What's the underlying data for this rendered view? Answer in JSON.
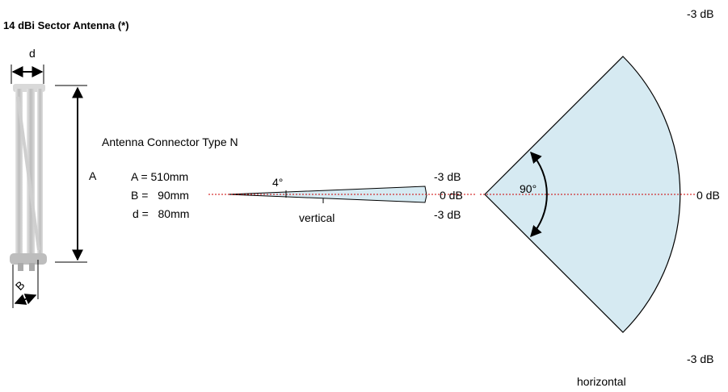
{
  "title": "14 dBi Sector Antenna (*)",
  "dimension_labels": {
    "d": "d",
    "A": "A",
    "B": "B"
  },
  "connector_text": "Antenna Connector Type N",
  "specs": {
    "a_line": "A = 510mm",
    "b_line": "B =   90mm",
    "d_line": "d =   80mm"
  },
  "vertical": {
    "angle": "4°",
    "label": "vertical",
    "top_db": "-3 dB",
    "mid_db": "0 dB",
    "bottom_db": "-3 dB"
  },
  "horizontal": {
    "angle": "90°",
    "label": "horizontal",
    "top_db": "-3 dB",
    "mid_db": "0 dB",
    "bottom_db": "-3 dB"
  },
  "colors": {
    "beam_fill": "#d6eaf2",
    "axis_red": "#cc0000",
    "antenna_gray": "#c8c8c8"
  }
}
